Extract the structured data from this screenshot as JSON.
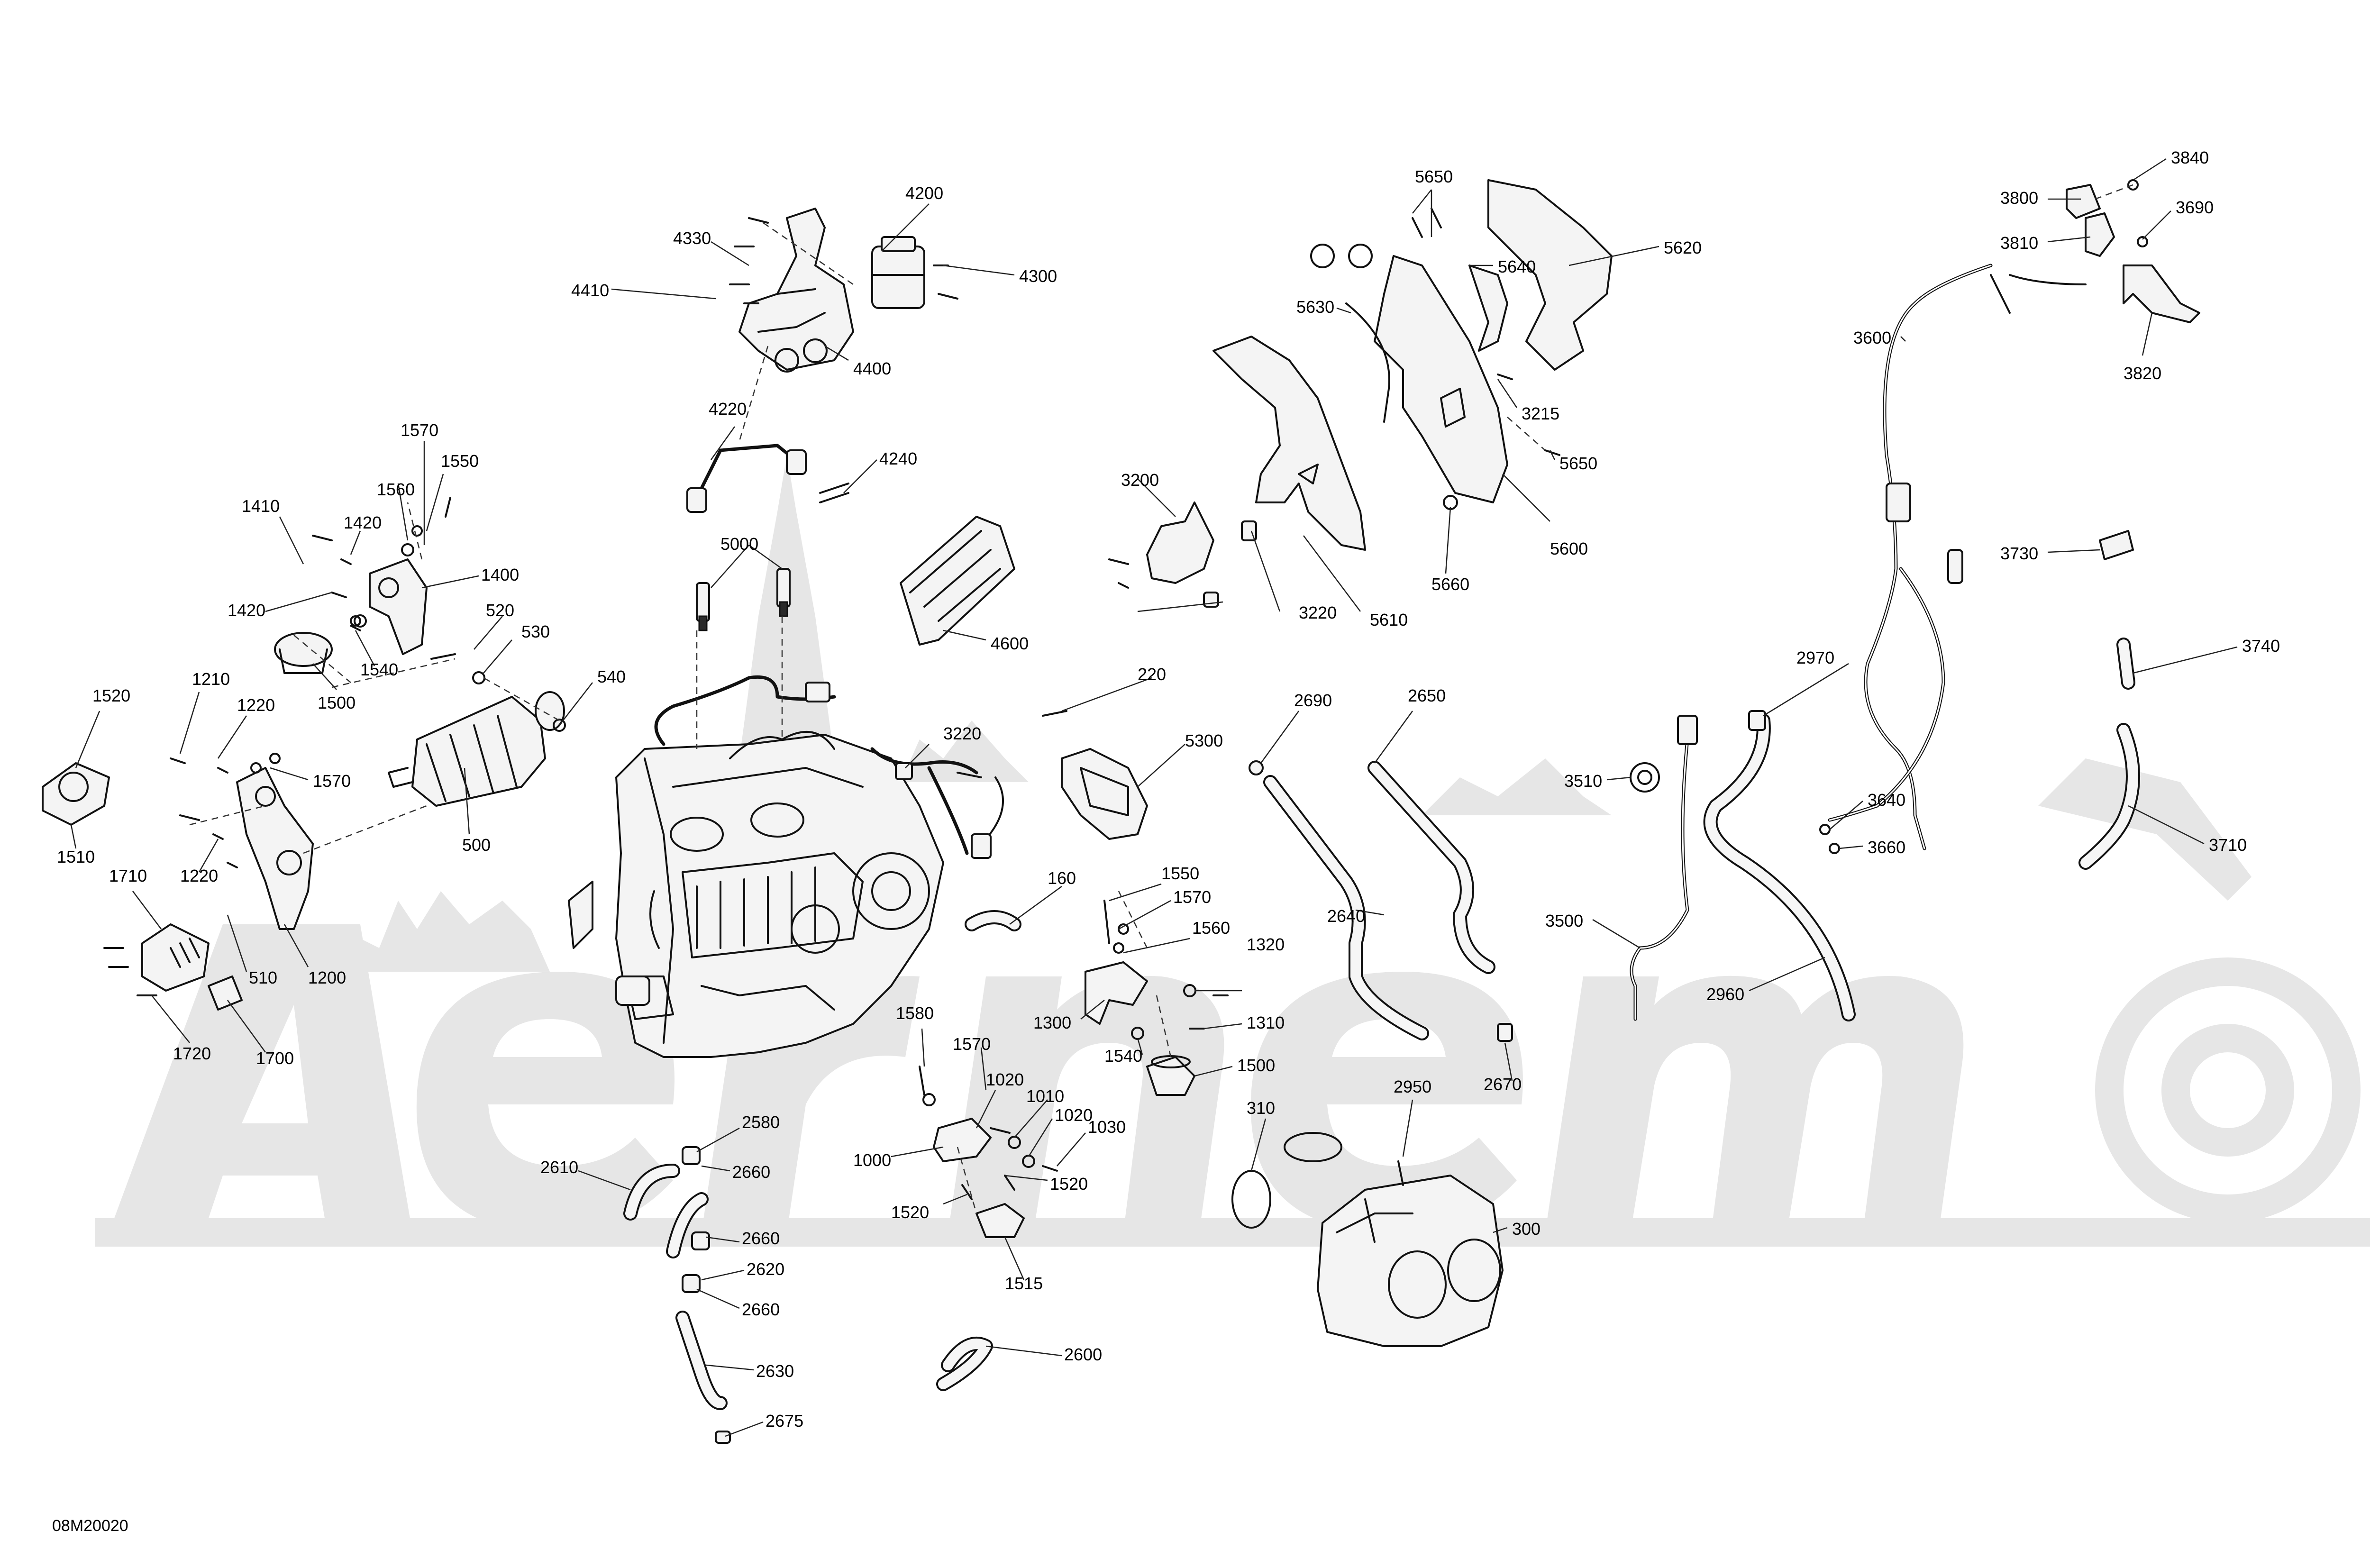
{
  "drawing_code": "08M20020",
  "callouts": [
    {
      "id": "c4200",
      "text": "4200"
    },
    {
      "id": "c4330",
      "text": "4330"
    },
    {
      "id": "c4300",
      "text": "4300"
    },
    {
      "id": "c4410",
      "text": "4410"
    },
    {
      "id": "c4400",
      "text": "4400"
    },
    {
      "id": "c4220",
      "text": "4220"
    },
    {
      "id": "c4240",
      "text": "4240"
    },
    {
      "id": "c5000",
      "text": "5000"
    },
    {
      "id": "c4600",
      "text": "4600"
    },
    {
      "id": "c1570a",
      "text": "1570"
    },
    {
      "id": "c1560a",
      "text": "1560"
    },
    {
      "id": "c1550a",
      "text": "1550"
    },
    {
      "id": "c1410",
      "text": "1410"
    },
    {
      "id": "c1420a",
      "text": "1420"
    },
    {
      "id": "c1400",
      "text": "1400"
    },
    {
      "id": "c1420b",
      "text": "1420"
    },
    {
      "id": "c520",
      "text": "520"
    },
    {
      "id": "c530",
      "text": "530"
    },
    {
      "id": "c1540a",
      "text": "1540"
    },
    {
      "id": "c1500a",
      "text": "1500"
    },
    {
      "id": "c540",
      "text": "540"
    },
    {
      "id": "c1520a",
      "text": "1520"
    },
    {
      "id": "c1210",
      "text": "1210"
    },
    {
      "id": "c1220a",
      "text": "1220"
    },
    {
      "id": "c1570b",
      "text": "1570"
    },
    {
      "id": "c500",
      "text": "500"
    },
    {
      "id": "c1510",
      "text": "1510"
    },
    {
      "id": "c1220b",
      "text": "1220"
    },
    {
      "id": "c1710",
      "text": "1710"
    },
    {
      "id": "c510",
      "text": "510"
    },
    {
      "id": "c1200",
      "text": "1200"
    },
    {
      "id": "c1720",
      "text": "1720"
    },
    {
      "id": "c1700",
      "text": "1700"
    },
    {
      "id": "c5650a",
      "text": "5650"
    },
    {
      "id": "c5620",
      "text": "5620"
    },
    {
      "id": "c5640",
      "text": "5640"
    },
    {
      "id": "c5630",
      "text": "5630"
    },
    {
      "id": "c3215",
      "text": "3215"
    },
    {
      "id": "c5650b",
      "text": "5650"
    },
    {
      "id": "c3200",
      "text": "3200"
    },
    {
      "id": "c5600",
      "text": "5600"
    },
    {
      "id": "c5660",
      "text": "5660"
    },
    {
      "id": "c3220a",
      "text": "3220"
    },
    {
      "id": "c5610",
      "text": "5610"
    },
    {
      "id": "c220",
      "text": "220"
    },
    {
      "id": "c3220b",
      "text": "3220"
    },
    {
      "id": "c5300",
      "text": "5300"
    },
    {
      "id": "c2690",
      "text": "2690"
    },
    {
      "id": "c2650",
      "text": "2650"
    },
    {
      "id": "c160",
      "text": "160"
    },
    {
      "id": "c1550b",
      "text": "1550"
    },
    {
      "id": "c1570c",
      "text": "1570"
    },
    {
      "id": "c1560b",
      "text": "1560"
    },
    {
      "id": "c1320",
      "text": "1320"
    },
    {
      "id": "c1300",
      "text": "1300"
    },
    {
      "id": "c1310",
      "text": "1310"
    },
    {
      "id": "c1540b",
      "text": "1540"
    },
    {
      "id": "c1500b",
      "text": "1500"
    },
    {
      "id": "c2640",
      "text": "2640"
    },
    {
      "id": "c2670",
      "text": "2670"
    },
    {
      "id": "c1580",
      "text": "1580"
    },
    {
      "id": "c1570d",
      "text": "1570"
    },
    {
      "id": "c1020a",
      "text": "1020"
    },
    {
      "id": "c1010",
      "text": "1010"
    },
    {
      "id": "c1020b",
      "text": "1020"
    },
    {
      "id": "c1030",
      "text": "1030"
    },
    {
      "id": "c1000",
      "text": "1000"
    },
    {
      "id": "c1520b",
      "text": "1520"
    },
    {
      "id": "c1520c",
      "text": "1520"
    },
    {
      "id": "c1515",
      "text": "1515"
    },
    {
      "id": "c2580",
      "text": "2580"
    },
    {
      "id": "c2610",
      "text": "2610"
    },
    {
      "id": "c2660a",
      "text": "2660"
    },
    {
      "id": "c2660b",
      "text": "2660"
    },
    {
      "id": "c2620",
      "text": "2620"
    },
    {
      "id": "c2660c",
      "text": "2660"
    },
    {
      "id": "c2630",
      "text": "2630"
    },
    {
      "id": "c2675",
      "text": "2675"
    },
    {
      "id": "c2600",
      "text": "2600"
    },
    {
      "id": "c310",
      "text": "310"
    },
    {
      "id": "c2950",
      "text": "2950"
    },
    {
      "id": "c300",
      "text": "300"
    },
    {
      "id": "c3840",
      "text": "3840"
    },
    {
      "id": "c3800",
      "text": "3800"
    },
    {
      "id": "c3690",
      "text": "3690"
    },
    {
      "id": "c3810",
      "text": "3810"
    },
    {
      "id": "c3600",
      "text": "3600"
    },
    {
      "id": "c3820",
      "text": "3820"
    },
    {
      "id": "c3730",
      "text": "3730"
    },
    {
      "id": "c3740",
      "text": "3740"
    },
    {
      "id": "c2970",
      "text": "2970"
    },
    {
      "id": "c3510",
      "text": "3510"
    },
    {
      "id": "c3640",
      "text": "3640"
    },
    {
      "id": "c3660",
      "text": "3660"
    },
    {
      "id": "c3710",
      "text": "3710"
    },
    {
      "id": "c3500",
      "text": "3500"
    },
    {
      "id": "c2960",
      "text": "2960"
    }
  ]
}
